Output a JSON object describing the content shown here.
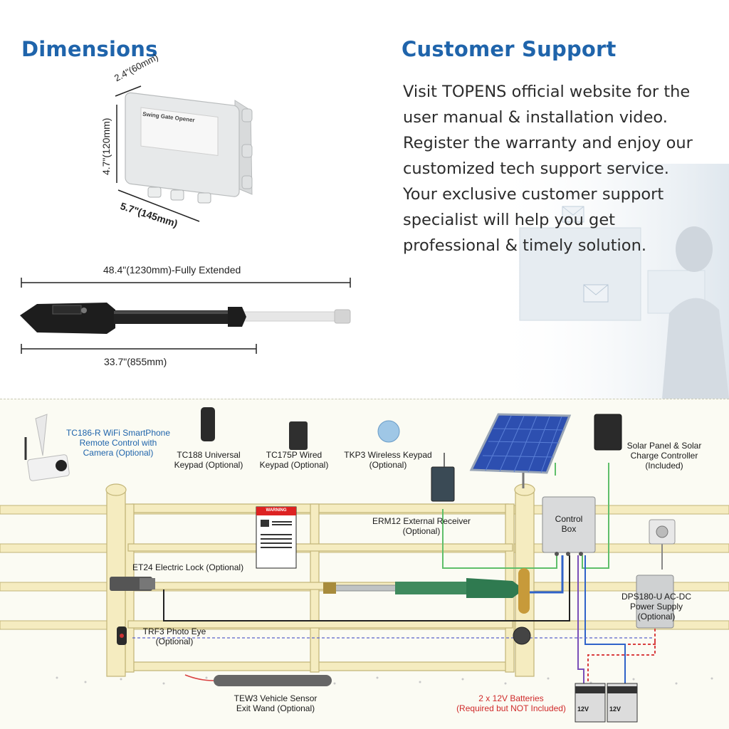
{
  "dimensions": {
    "heading": "Dimensions",
    "box": {
      "depth": "2.4\"(60mm)",
      "height": "4.7\"(120mm)",
      "width": "5.7\"(145mm)",
      "label_title": "Swing Gate Opener"
    },
    "arm": {
      "extended": "48.4\"(1230mm)-Fully Extended",
      "retracted": "33.7\"(855mm)"
    }
  },
  "support": {
    "heading": "Customer Support",
    "lines": [
      "Visit TOPENS official website for the",
      "user manual & installation video.",
      "Register the warranty and enjoy our",
      "customized tech support service.",
      "Your exclusive customer support",
      "specialist will help you get",
      "professional & timely solution."
    ]
  },
  "diagram": {
    "tc186r": [
      "TC186-R WiFi SmartPhone",
      "Remote Control with",
      "Camera (Optional)"
    ],
    "tc188": [
      "TC188 Universal",
      "Keypad (Optional)"
    ],
    "tc175p": [
      "TC175P Wired",
      "Keypad (Optional)"
    ],
    "tkp3": [
      "TKP3 Wireless Keypad",
      "(Optional)"
    ],
    "solar": [
      "Solar Panel & Solar",
      "Charge Controller",
      "(Included)"
    ],
    "erm12": [
      "ERM12 External Receiver",
      "(Optional)"
    ],
    "control_box": [
      "Control",
      "Box"
    ],
    "et24": "ET24 Electric Lock (Optional)",
    "dps180": [
      "DPS180-U AC-DC",
      "Power Supply",
      "(Optional)"
    ],
    "trf3": [
      "TRF3  Photo Eye",
      "(Optional)"
    ],
    "tew3": [
      "TEW3 Vehicle Sensor",
      "Exit Wand (Optional)"
    ],
    "batteries": [
      "2 x 12V Batteries",
      "(Required but NOT Included)"
    ],
    "battery_label": "12V",
    "warning_label": "WARNING"
  },
  "colors": {
    "heading_blue": "#1f64ab",
    "gate_fill": "#f5ecc0",
    "gate_stroke": "#c2b577",
    "wire_green": "#5fbf6a",
    "wire_blue": "#2f62c9",
    "wire_purple": "#7a4fb8",
    "wire_red": "#d94040",
    "battery_red": "#d02a2a"
  }
}
